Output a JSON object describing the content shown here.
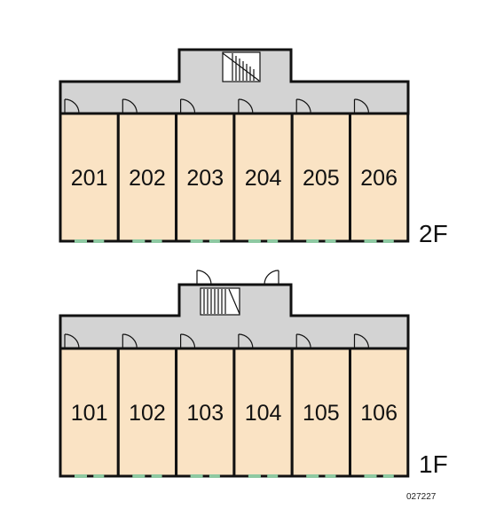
{
  "floors": [
    {
      "label": "2F",
      "units": [
        "201",
        "202",
        "203",
        "204",
        "205",
        "206"
      ]
    },
    {
      "label": "1F",
      "units": [
        "101",
        "102",
        "103",
        "104",
        "105",
        "106"
      ]
    }
  ],
  "plan_code": "027227",
  "colors": {
    "unit_fill": "#fae3c4",
    "corridor_fill": "#d3d3d3",
    "wall": "#111111",
    "window": "#8ec9a2"
  }
}
